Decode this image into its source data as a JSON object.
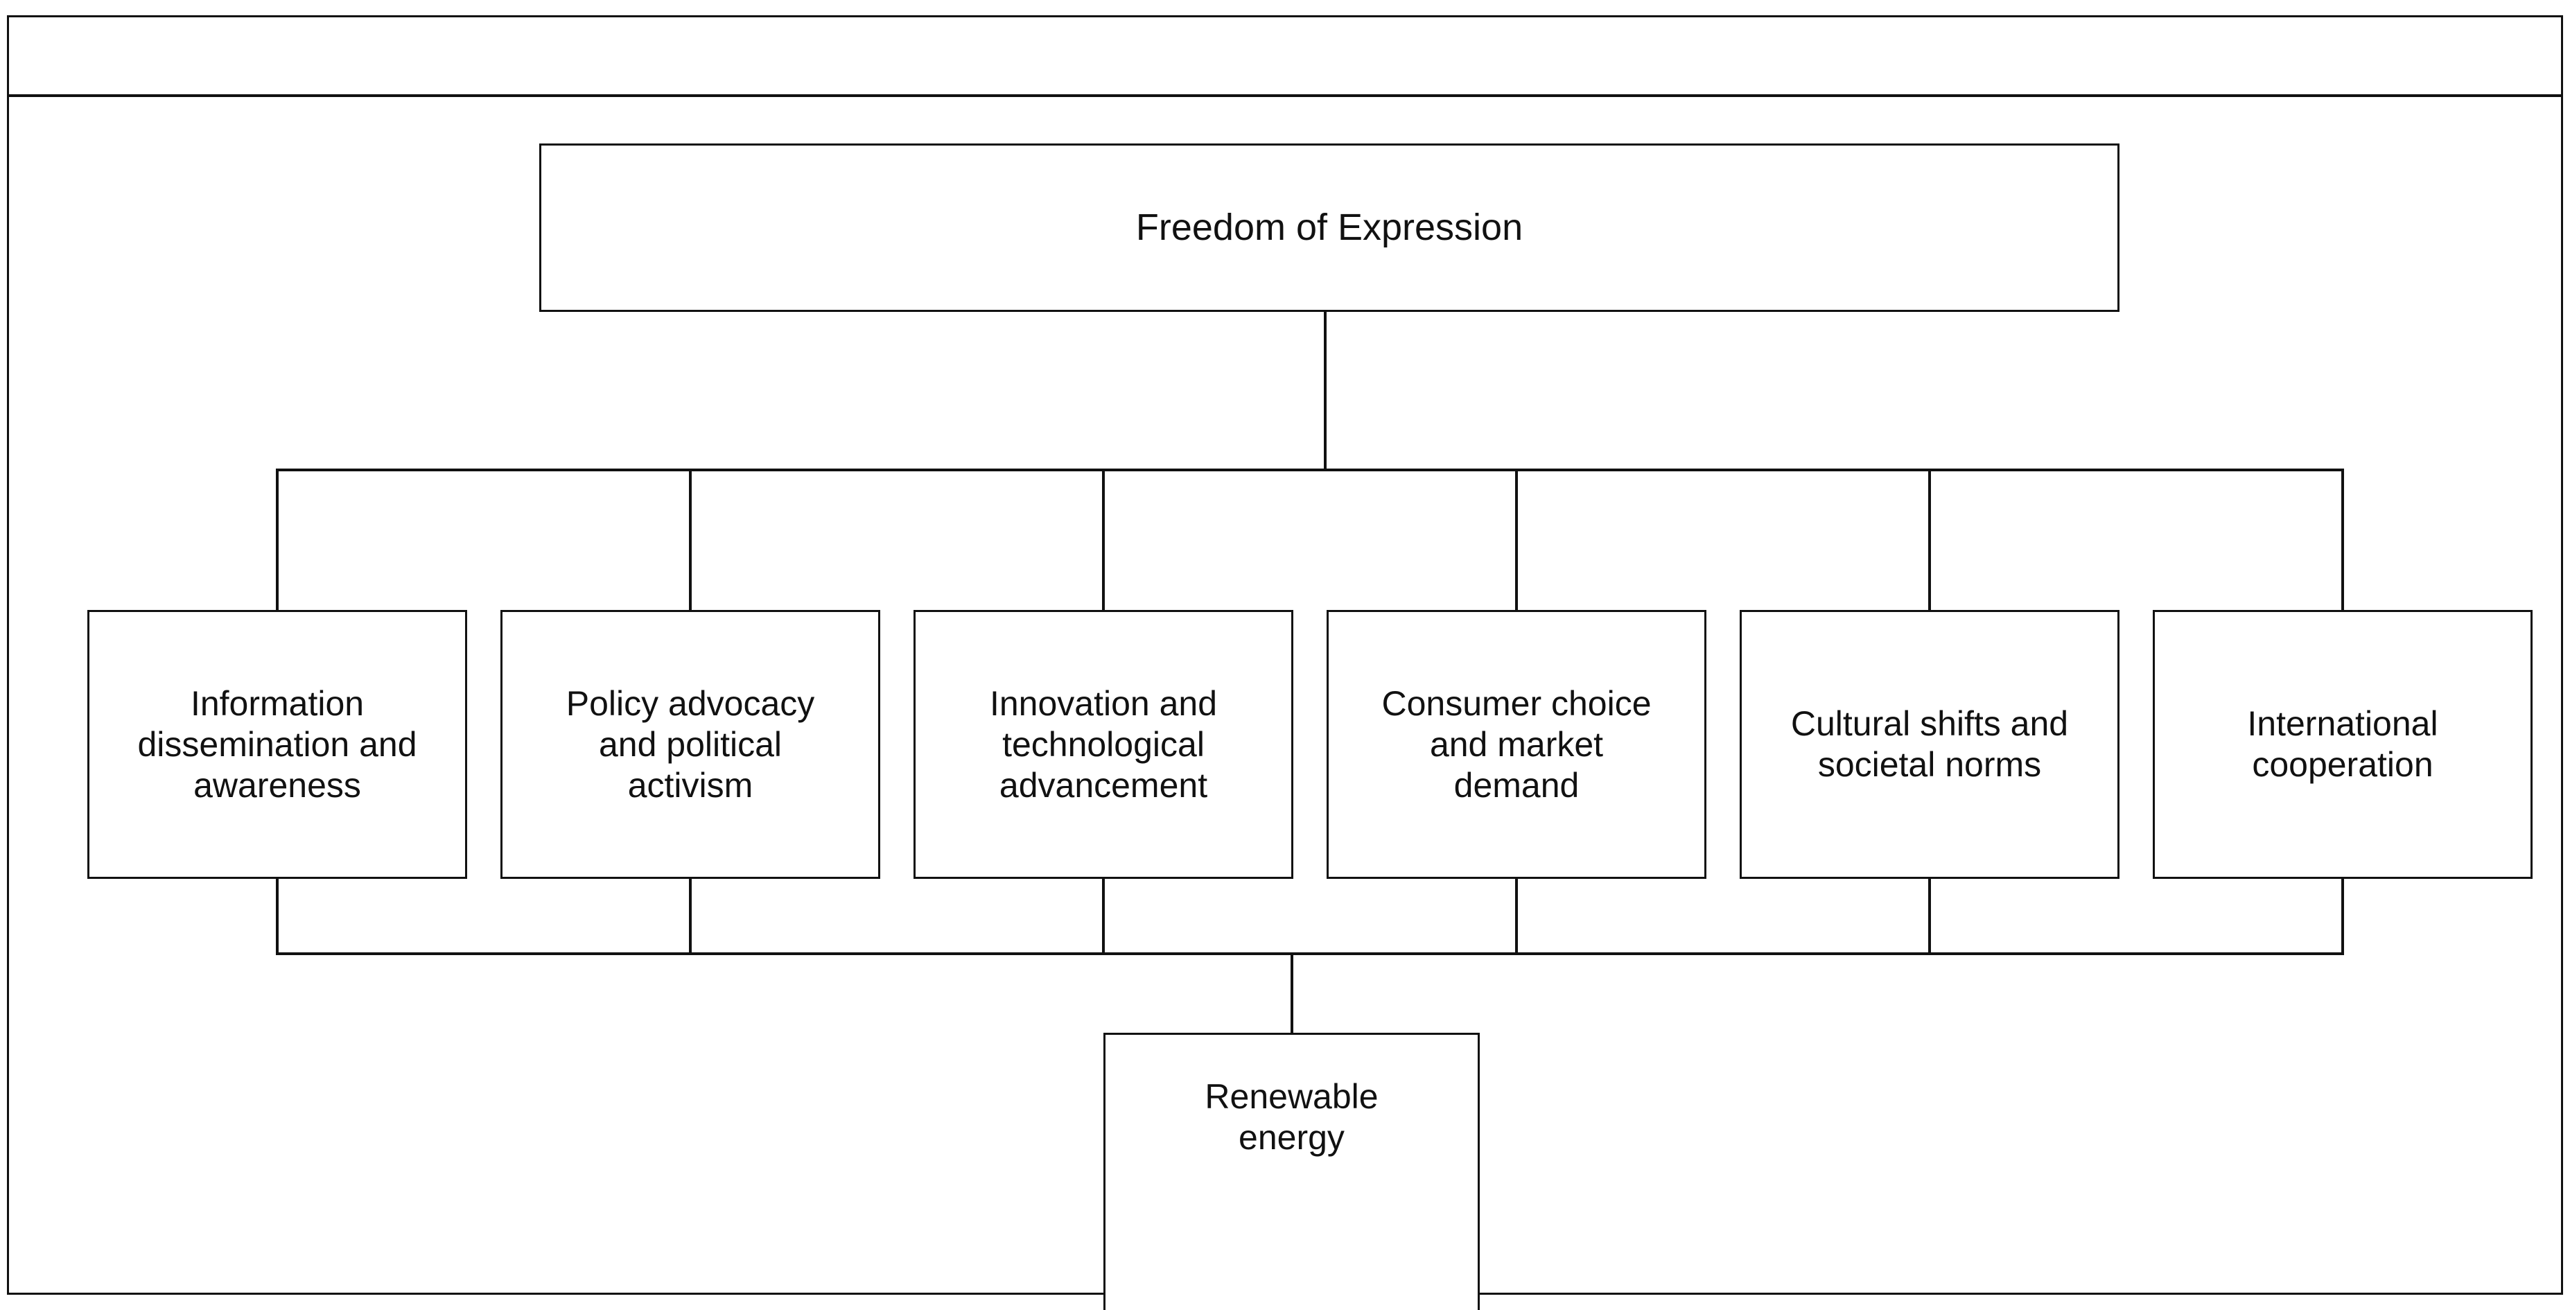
{
  "diagram": {
    "type": "tree-flowchart",
    "title_bar_text": "",
    "root": {
      "label": "Freedom of Expression"
    },
    "branches": [
      {
        "label": "Information\ndissemination and\nawareness"
      },
      {
        "label": "Policy advocacy\nand political\nactivism"
      },
      {
        "label": "Innovation and\ntechnological\nadvancement"
      },
      {
        "label": "Consumer choice\nand market\ndemand"
      },
      {
        "label": "Cultural shifts and\nsocietal norms"
      },
      {
        "label": "International\ncooperation"
      }
    ],
    "leaf": {
      "label": "Renewable\nenergy"
    },
    "colors": {
      "stroke": "#111111",
      "fill": "#ffffff",
      "text": "#111111"
    }
  }
}
